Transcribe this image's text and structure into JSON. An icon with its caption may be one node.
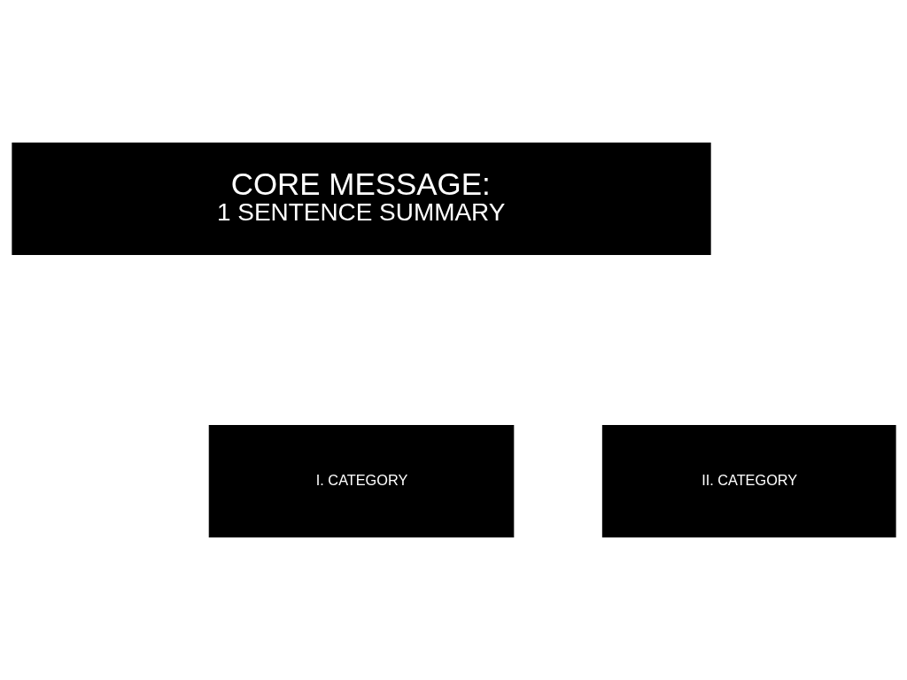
{
  "diagram": {
    "nodes": [
      {
        "text": [
          "CORE MESSAGE:",
          "1 SENTENCE SUMMARY"
        ]
      },
      {
        "text": [
          "I. CATEGORY"
        ]
      },
      {
        "text": [
          "II. CATEGORY"
        ]
      }
    ]
  }
}
